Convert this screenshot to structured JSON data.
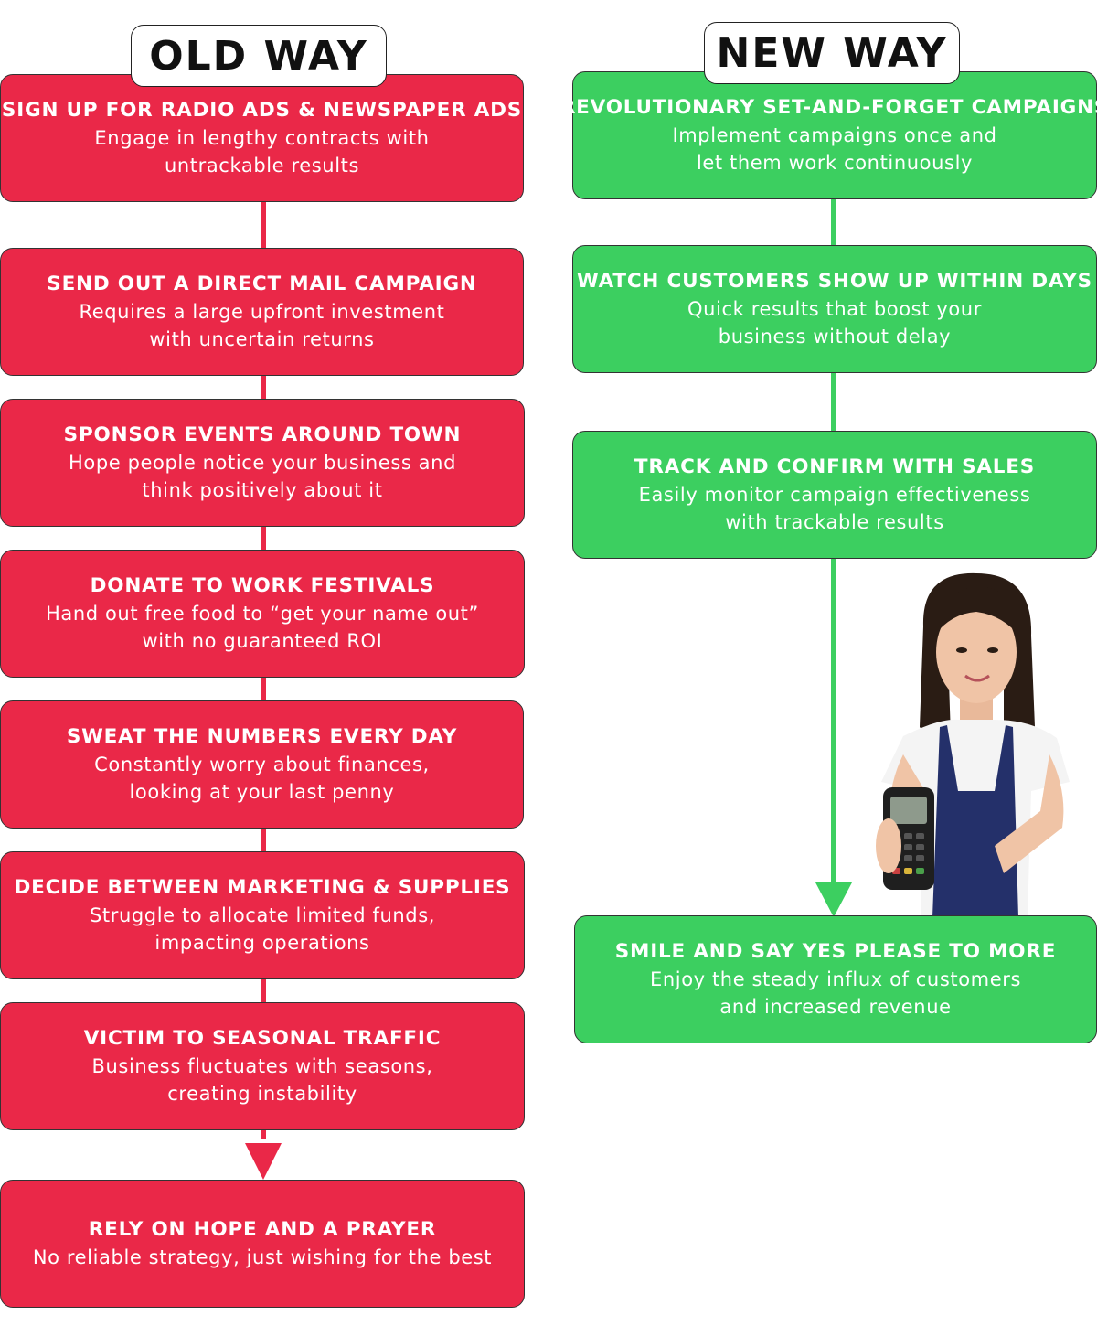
{
  "colors": {
    "old_way": "#ea2848",
    "new_way": "#3ccf60"
  },
  "old_way": {
    "heading": "OLD WAY",
    "steps": [
      {
        "title": "SIGN UP FOR RADIO ADS & NEWSPAPER ADS",
        "desc": "Engage in lengthy contracts with\nuntrackable results"
      },
      {
        "title": "SEND OUT A DIRECT MAIL CAMPAIGN",
        "desc": "Requires a large upfront investment\nwith uncertain returns"
      },
      {
        "title": "SPONSOR EVENTS AROUND TOWN",
        "desc": "Hope people notice your business and\nthink positively about it"
      },
      {
        "title": "DONATE TO WORK FESTIVALS",
        "desc": "Hand out free food to “get your name out”\nwith no guaranteed ROI"
      },
      {
        "title": "SWEAT THE NUMBERS EVERY DAY",
        "desc": "Constantly worry about finances,\nlooking at your last penny"
      },
      {
        "title": "DECIDE BETWEEN MARKETING & SUPPLIES",
        "desc": "Struggle to allocate limited funds,\nimpacting operations"
      },
      {
        "title": "VICTIM TO SEASONAL TRAFFIC",
        "desc": "Business fluctuates with seasons,\ncreating instability"
      },
      {
        "title": "RELY ON HOPE AND A PRAYER",
        "desc": "No reliable strategy, just wishing for the best"
      }
    ]
  },
  "new_way": {
    "heading": "NEW WAY",
    "steps": [
      {
        "title": "REVOLUTIONARY SET-AND-FORGET CAMPAIGNS",
        "desc": "Implement campaigns once and\nlet them work continuously"
      },
      {
        "title": "WATCH CUSTOMERS SHOW UP WITHIN DAYS",
        "desc": "Quick results that boost your\nbusiness without delay"
      },
      {
        "title": "TRACK AND CONFIRM WITH SALES",
        "desc": "Easily monitor campaign effectiveness\nwith trackable results"
      },
      {
        "title": "SMILE AND SAY YES PLEASE TO MORE",
        "desc": "Enjoy the steady influx of customers\nand increased revenue"
      }
    ]
  },
  "photo": {
    "icon": "woman-holding-card-terminal-illustration"
  }
}
